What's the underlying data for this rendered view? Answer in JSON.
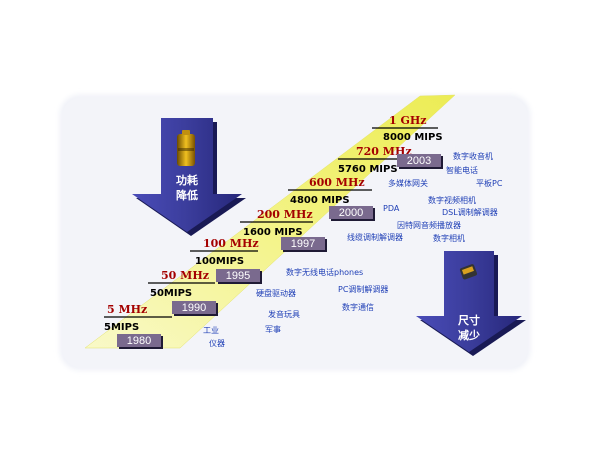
{
  "steps": [
    {
      "freq": "5 MHz",
      "mips": "5MIPS",
      "year": "1980"
    },
    {
      "freq": "50 MHz",
      "mips": "50MIPS",
      "year": "1990"
    },
    {
      "freq": "100 MHz",
      "mips": "100MIPS",
      "year": "1995"
    },
    {
      "freq": "200 MHz",
      "mips": "1600 MIPS",
      "year": "1997"
    },
    {
      "freq": "600 MHz",
      "mips": "4800 MIPS",
      "year": "2000"
    },
    {
      "freq": "720 MHz",
      "mips": "5760 MIPS",
      "year": "2003"
    },
    {
      "freq": "1 GHz",
      "mips": "8000 MIPS",
      "year": ""
    }
  ],
  "applications": [
    "工业",
    "仪器",
    "军事",
    "硬盘驱动器",
    "发音玩具",
    "数字无线电话phones",
    "PC调制解调器",
    "数字通信",
    "PDA",
    "线缆调制解调器",
    "因特网音频播放器",
    "数字相机",
    "多媒体网关",
    "数字视频相机",
    "DSL调制解调器",
    "数字收音机",
    "智能电话",
    "平板PC"
  ],
  "left_arrow": {
    "line1": "功耗",
    "line2": "降低",
    "icon": "battery-icon"
  },
  "right_arrow": {
    "line1": "尺寸",
    "line2": "减少",
    "icon": "chip-icon"
  },
  "colors": {
    "arrow": "#3b3d9c",
    "arrow_dark": "#1c1d66",
    "ramp": "#f3f38a",
    "year_box": "#7a6a8e",
    "freq": "#a40000",
    "app_text": "#1f3fb6"
  }
}
